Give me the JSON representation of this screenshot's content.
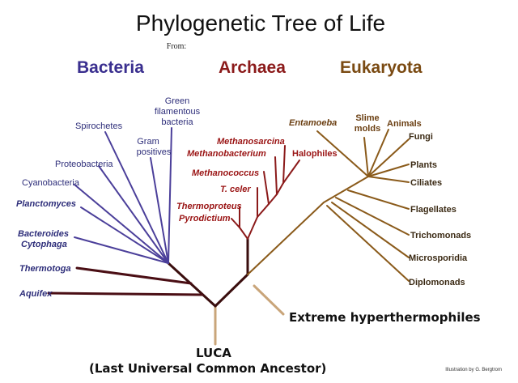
{
  "title": "Phylogenetic Tree of Life",
  "from_text": "From:",
  "domains": {
    "bacteria": "Bacteria",
    "archaea": "Archaea",
    "eukaryota": "Eukaryota"
  },
  "bacteria_labels": {
    "green_line1": "Green",
    "green_line2": "filamentous",
    "green_line3": "bacteria",
    "spirochetes": "Spirochetes",
    "gram_line1": "Gram",
    "gram_line2": "positives",
    "proteobacteria": "Proteobacteria",
    "cyanobacteria": "Cyanobacteria",
    "planctomyces": "Planctomyces",
    "bacteroides": "Bacteroides",
    "cytophaga": "Cytophaga",
    "thermotoga": "Thermotoga",
    "aquifex": "Aquifex"
  },
  "archaea_labels": {
    "methanosarcina": "Methanosarcina",
    "methanobacterium": "Methanobacterium",
    "halophiles": "Halophiles",
    "methanococcus": "Methanococcus",
    "t_celer": "T. celer",
    "thermoproteus": "Thermoproteus",
    "pyrodictium": "Pyrodictium"
  },
  "eukaryota_labels": {
    "entamoeba": "Entamoeba",
    "slime_line1": "Slime",
    "slime_line2": "molds",
    "animals": "Animals",
    "fungi": "Fungi",
    "plants": "Plants",
    "ciliates": "Ciliates",
    "flagellates": "Flagellates",
    "trichomonads": "Trichomonads",
    "microsporidia": "Microsporidia",
    "diplomonads": "Diplomonads"
  },
  "annotations": {
    "extreme": "Extreme hyperthermophiles",
    "luca": "LUCA",
    "luca_full": "(Last Universal Common Ancestor)",
    "credit": "Illustration by G. Bergtrom"
  },
  "colors": {
    "bacteria": "#4b3f9a",
    "archaea": "#8b1a1a",
    "eukaryota": "#8a5a1a",
    "trunk": "#3a0e0e",
    "hyper": "#c9a57a"
  }
}
